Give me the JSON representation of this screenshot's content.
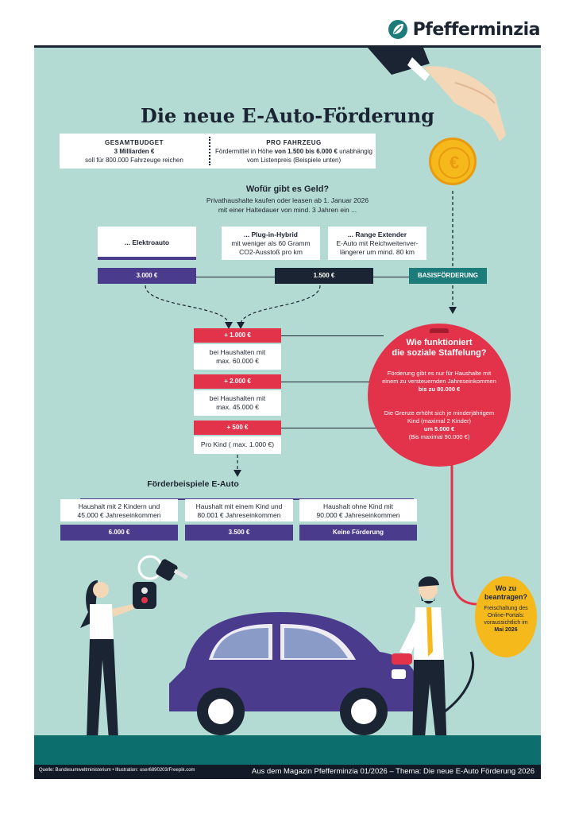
{
  "brand": {
    "name": "Pfefferminzia"
  },
  "title": "Die neue E-Auto-Förderung",
  "budget": {
    "heading": "GESAMTBUDGET",
    "amount": "3 Milliarden €",
    "desc": "soll für 800.000 Fahrzeuge reichen"
  },
  "per_vehicle": {
    "heading": "PRO FAHRZEUG",
    "line1_pre": "Fördermittel in Höhe ",
    "line1_bold": "von 1.500 bis 6.000 €",
    "line1_post": " unabhängig",
    "line2": "vom Listenpreis (Beispiele unten)"
  },
  "purpose": {
    "question": "Wofür gibt es Geld?",
    "line1": "Privathaushalte kaufen oder leasen ab 1. Januar 2026",
    "line2": "mit einer Haltedauer von mind. 3 Jahren ein ..."
  },
  "vehicles": [
    {
      "title": "... Elektroauto",
      "line1": "",
      "line2": ""
    },
    {
      "title": "... Plug-in-Hybrid",
      "line1": "mit weniger als 60 Gramm",
      "line2": "CO2-Ausstoß pro km"
    },
    {
      "title": "... Range Extender",
      "line1": "E-Auto mit Reichweitenver-",
      "line2": "längerer um mind. 80 km"
    }
  ],
  "base_amounts": {
    "electric": "3.000 €",
    "hybrid": "1.500 €",
    "label": "BASISFÖRDERUNG"
  },
  "steps": [
    {
      "amount": "+ 1.000 €",
      "line1": "bei Haushalten mit",
      "line2": "max. 60.000 €"
    },
    {
      "amount": "+ 2.000 €",
      "line1": "bei Haushalten mit",
      "line2": "max. 45.000 €"
    },
    {
      "amount": "+ 500 €",
      "line1": "Pro Kind ( max. 1.000 €)",
      "line2": ""
    }
  ],
  "social": {
    "title1": "Wie funktioniert",
    "title2": "die soziale Staffelung?",
    "p1a": "Förderung gibt es nur für Haushalte mit",
    "p1b": "einem zu versteuernden Jahreseinkommen",
    "p1c": "bis zu 80.000 €",
    "p2a": "Die Grenze erhöht sich je minderjährigem",
    "p2b": "Kind (maximal 2 Kinder)",
    "p2c": "um 5.000 €",
    "p2d": "(Bis maximal 90.000 €)"
  },
  "examples": {
    "title": "Förderbeispiele E-Auto",
    "items": [
      {
        "line1": "Haushalt mit 2 Kindern und",
        "line2": "45.000 € Jahreseinkommen",
        "result": "6.000 €"
      },
      {
        "line1": "Haushalt mit einem Kind und",
        "line2": "80.001 € Jahreseinkommen",
        "result": "3.500 €"
      },
      {
        "line1": "Haushalt ohne Kind mit",
        "line2": "90.000 € Jahreseinkommen",
        "result": "Keine Förderung"
      }
    ]
  },
  "apply": {
    "title1": "Wo zu",
    "title2": "beantragen?",
    "l1": "Freischaltung des",
    "l2": "Online-Portals:",
    "l3": "voraussichtlich im",
    "l4": "Mai 2026"
  },
  "coin_symbol": "€",
  "key_symbol": "🔒",
  "footer": {
    "credit": "Quelle: Bundesumweltministerium • Illustration: user6890203/Freepik.com",
    "magazine": "Aus dem Magazin Pfefferminzia 01/2026 – Thema: Die neue E-Auto Förderung 2026"
  },
  "colors": {
    "background": "#b3dbd3",
    "navy": "#1b2433",
    "purple": "#4b3b8c",
    "red": "#e2334a",
    "teal": "#1b7c7a",
    "yellow": "#f6b91b",
    "ground": "#0d6e6e"
  }
}
